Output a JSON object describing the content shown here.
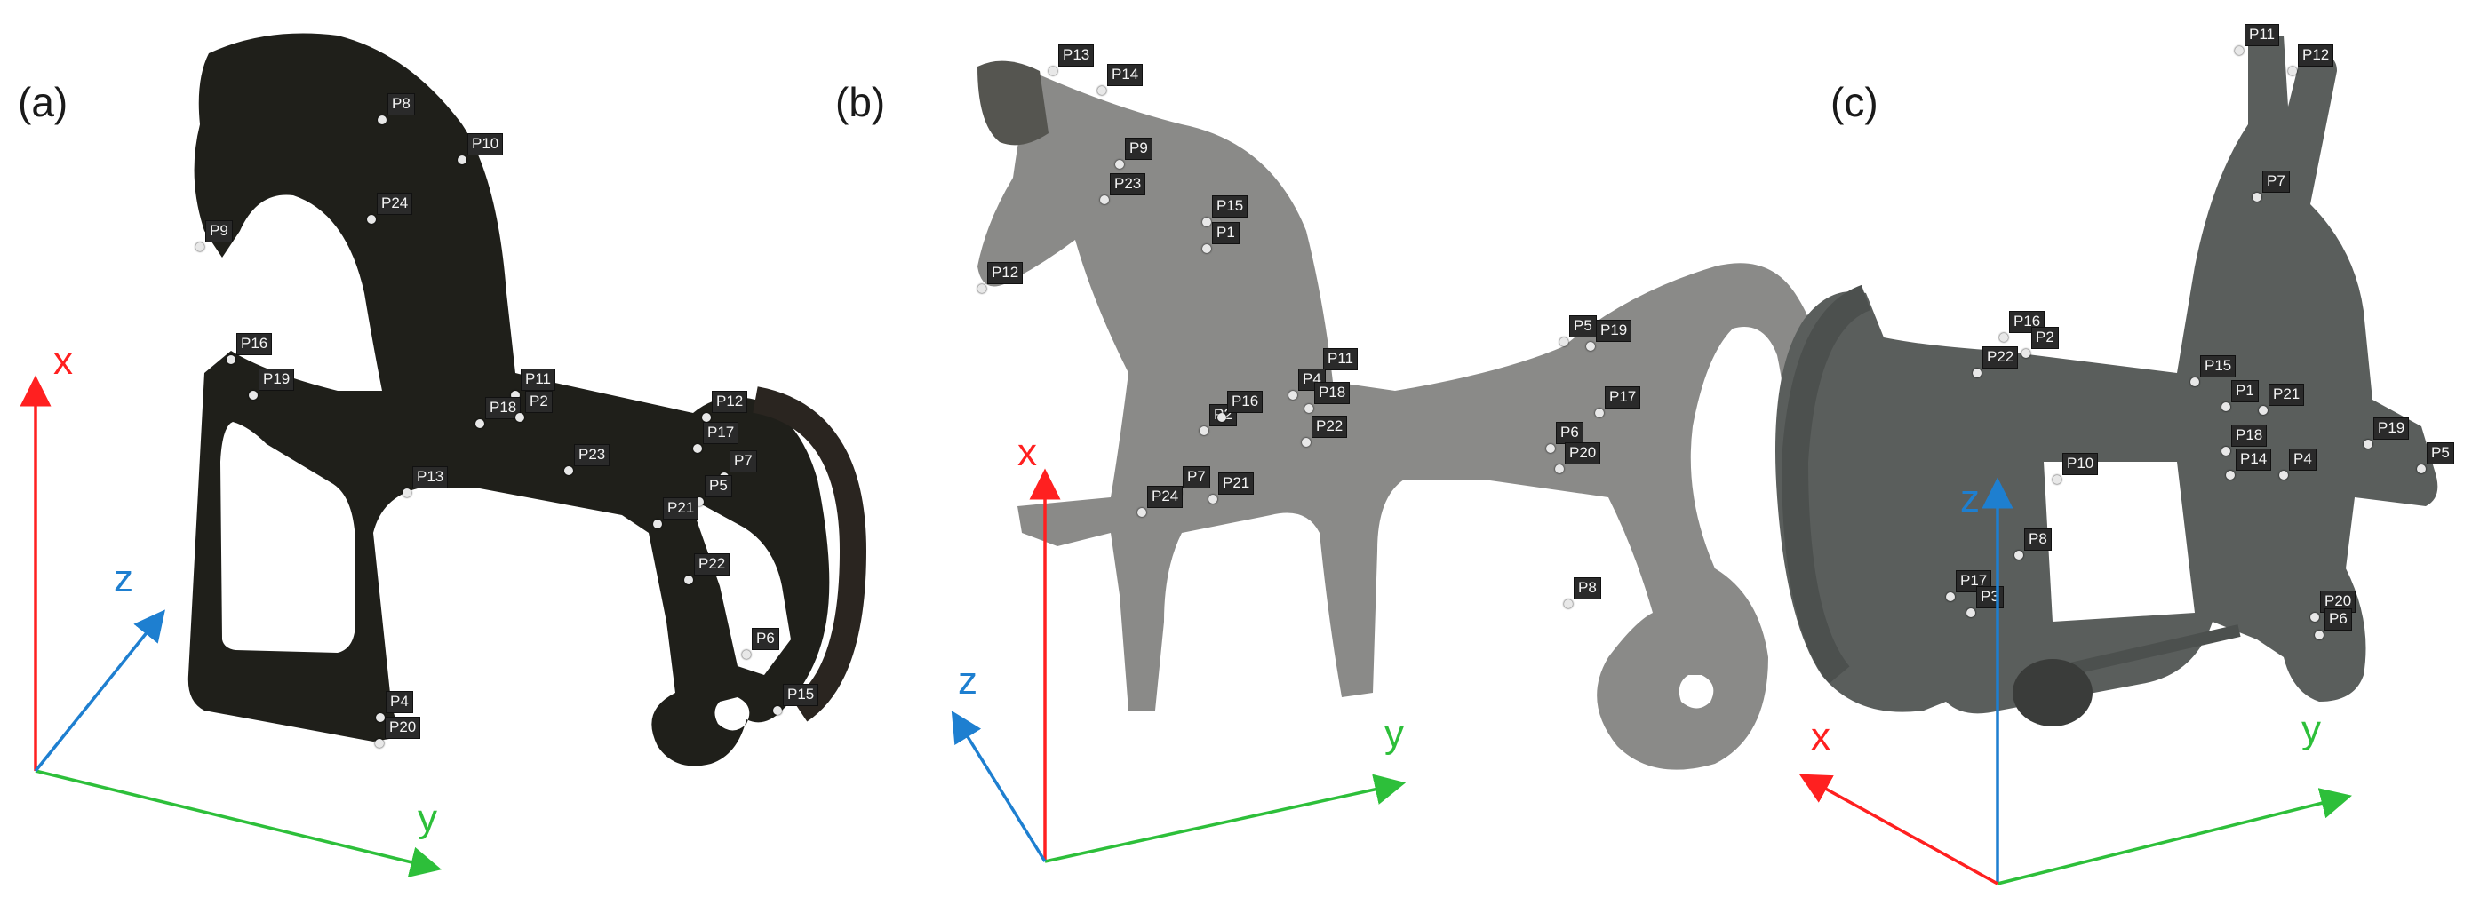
{
  "panels": [
    {
      "label": "(a)",
      "points": [
        "P8",
        "P10",
        "P24",
        "P9",
        "P16",
        "P19",
        "P11",
        "P18",
        "P2",
        "P12",
        "P17",
        "P7",
        "P23",
        "P13",
        "P5",
        "P21",
        "P22",
        "P6",
        "P15",
        "P4",
        "P20"
      ],
      "axes": {
        "x": "x",
        "y": "y",
        "z": "z"
      }
    },
    {
      "label": "(b)",
      "points": [
        "P13",
        "P14",
        "P9",
        "P23",
        "P15",
        "P1",
        "P12",
        "P11",
        "P4",
        "P18",
        "P22",
        "P2",
        "P16",
        "P19",
        "P7",
        "P24",
        "P21",
        "P5",
        "P17",
        "P6",
        "P20",
        "P8"
      ],
      "axes": {
        "x": "x",
        "y": "y",
        "z": "z"
      }
    },
    {
      "label": "(c)",
      "points": [
        "P11",
        "P12",
        "P7",
        "P16",
        "P2",
        "P22",
        "P15",
        "P1",
        "P21",
        "P18",
        "P14",
        "P4",
        "P19",
        "P5",
        "P10",
        "P8",
        "P17",
        "P3",
        "P20",
        "P6"
      ],
      "axes": {
        "x": "x",
        "y": "y",
        "z": "z"
      }
    }
  ],
  "colors": {
    "axis_x": "#ff2020",
    "axis_y": "#2dbf3a",
    "axis_z": "#1e7fd0",
    "object_a": "#1f1f1a",
    "object_b": "#8a8a88",
    "object_c": "#5a5e5c",
    "tag_bg": "#2a2a2a"
  }
}
